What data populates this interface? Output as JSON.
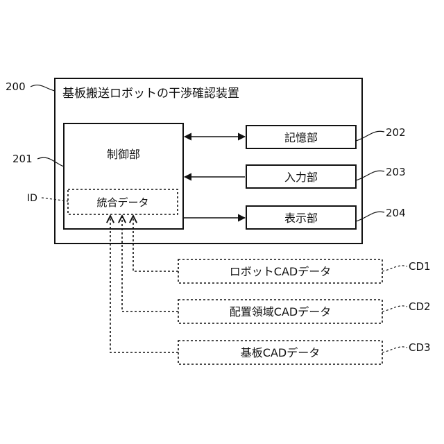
{
  "device": {
    "ref": "200",
    "title": "基板搬送ロボットの干渉確認装置"
  },
  "control": {
    "ref": "201",
    "label": "制御部"
  },
  "integrated": {
    "ref": "ID",
    "label": "統合データ"
  },
  "units": [
    {
      "ref": "202",
      "label": "記憶部"
    },
    {
      "ref": "203",
      "label": "入力部"
    },
    {
      "ref": "204",
      "label": "表示部"
    }
  ],
  "cad_inputs": [
    {
      "ref": "CD1",
      "label": "ロボットCADデータ"
    },
    {
      "ref": "CD2",
      "label": "配置領域CADデータ"
    },
    {
      "ref": "CD3",
      "label": "基板CADデータ"
    }
  ]
}
